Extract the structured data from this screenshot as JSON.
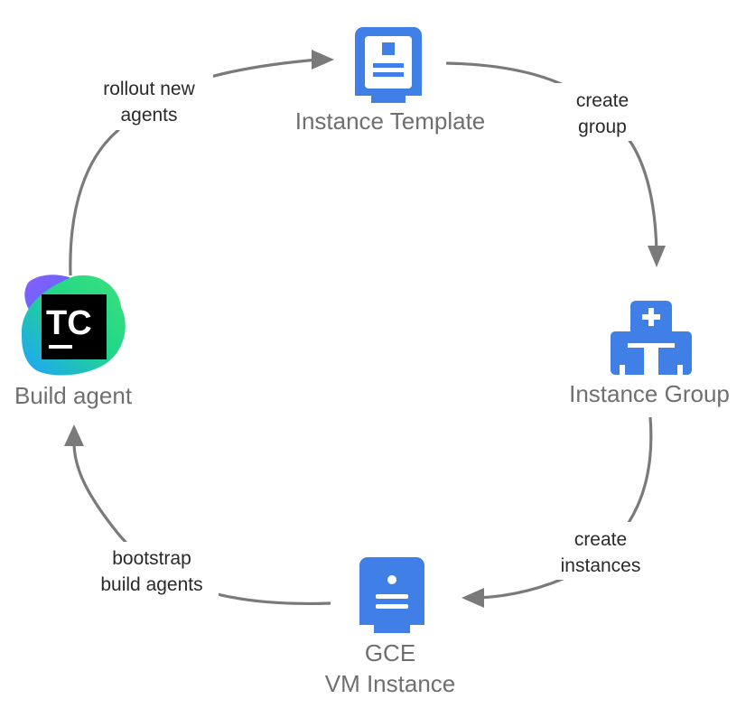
{
  "colors": {
    "gcp_blue": "#3f7fe6",
    "icon_white": "#ffffff",
    "arrow_gray": "#7a7a7a",
    "node_label": "#6f6f6f",
    "edge_label": "#2a2a2a",
    "tc_black": "#000000"
  },
  "nodes": {
    "instance_template": {
      "label": "Instance Template",
      "icon": "instance-template-icon"
    },
    "instance_group": {
      "label": "Instance Group",
      "icon": "instance-group-icon"
    },
    "vm_instance": {
      "label_line1": "GCE",
      "label_line2": "VM Instance",
      "icon": "vm-instance-icon"
    },
    "build_agent": {
      "label": "Build agent",
      "icon": "teamcity-logo",
      "logo_text": "TC"
    }
  },
  "edges": {
    "create_group": {
      "line1": "create",
      "line2": "group"
    },
    "create_instances": {
      "line1": "create",
      "line2": "instances"
    },
    "bootstrap": {
      "line1": "bootstrap",
      "line2": "build agents"
    },
    "rollout": {
      "line1": "rollout new",
      "line2": "agents"
    }
  }
}
